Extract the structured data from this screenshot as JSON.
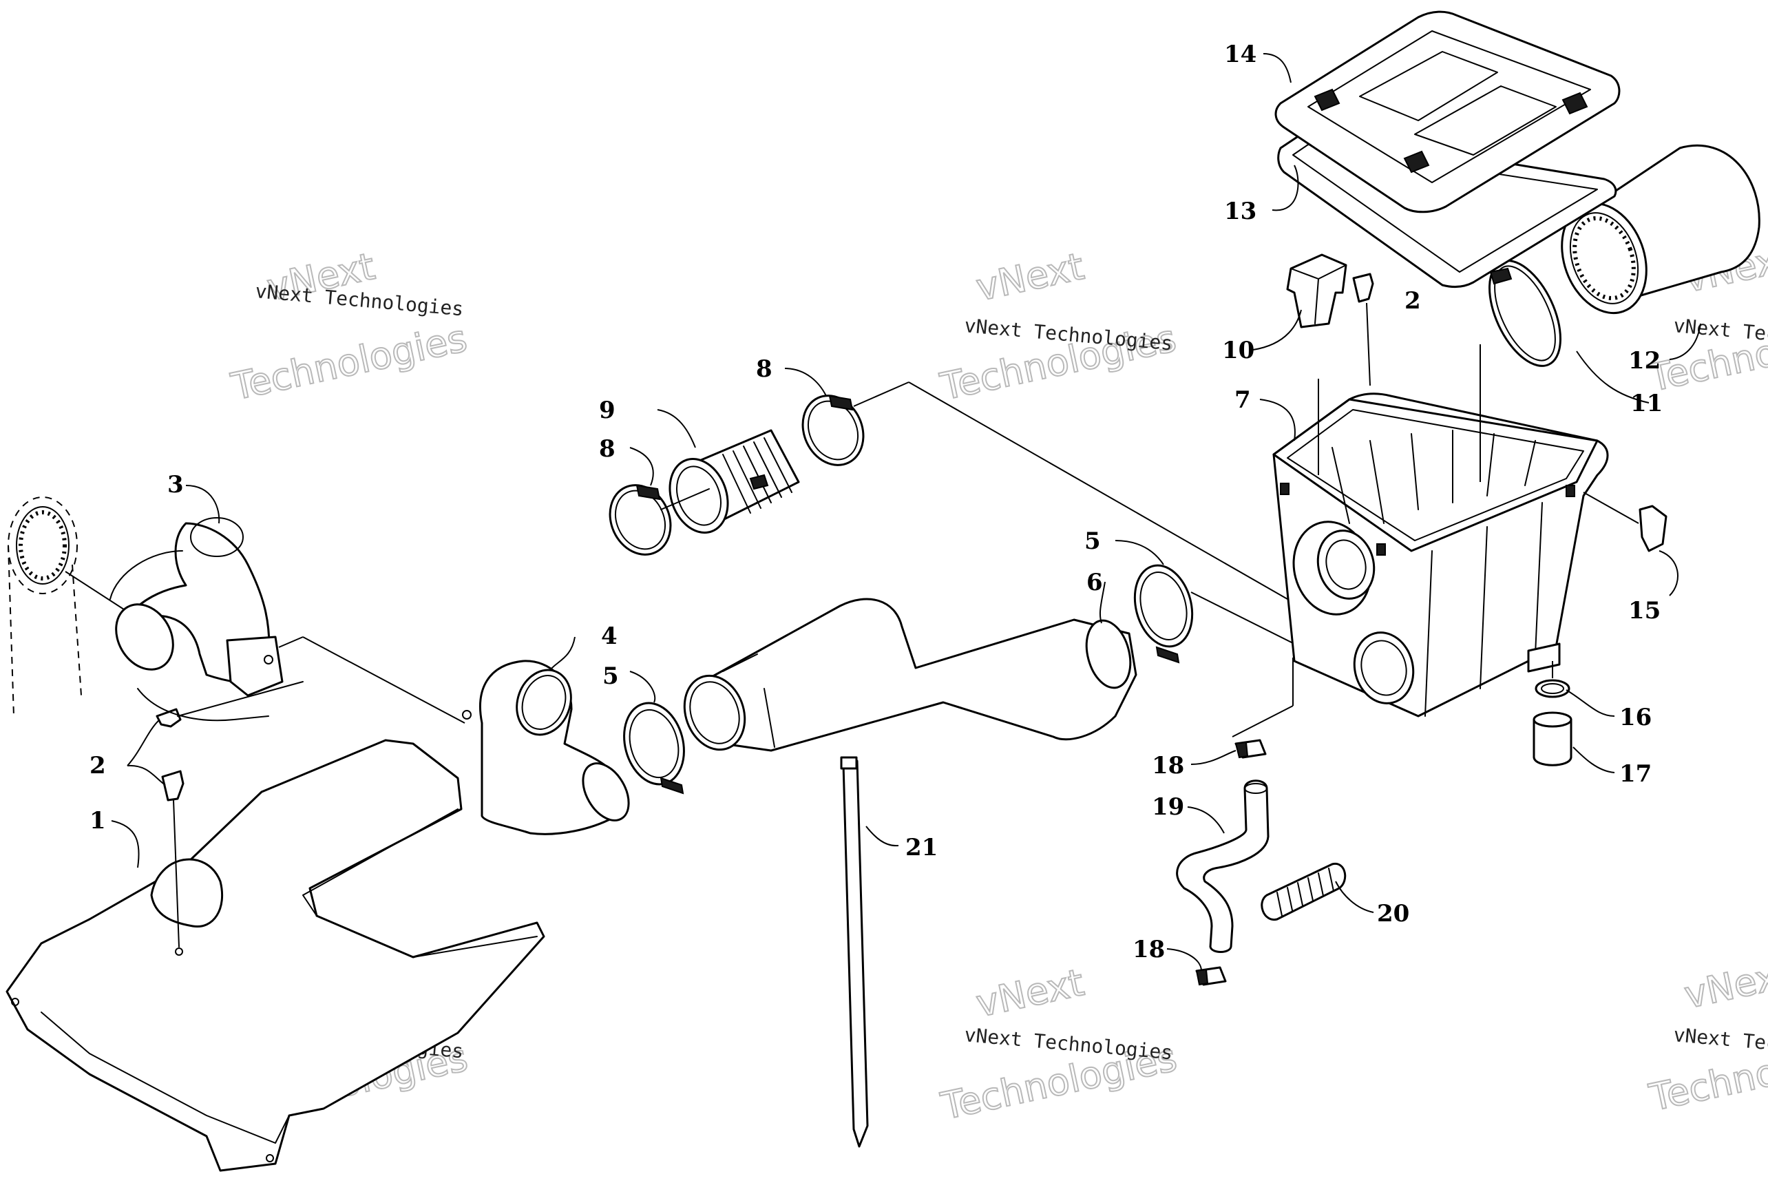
{
  "callouts": [
    "1",
    "2",
    "2",
    "3",
    "4",
    "5",
    "5",
    "6",
    "7",
    "8",
    "8",
    "9",
    "10",
    "11",
    "12",
    "13",
    "14",
    "15",
    "16",
    "17",
    "18",
    "18",
    "19",
    "20",
    "21"
  ],
  "watermark": {
    "line_small": "vNext Technologies",
    "brand_a": "vNext",
    "brand_b": "Technologies"
  },
  "colors": {
    "ink": "#000000",
    "paper": "#ffffff",
    "watermark_outline": "#b9b9b9"
  }
}
